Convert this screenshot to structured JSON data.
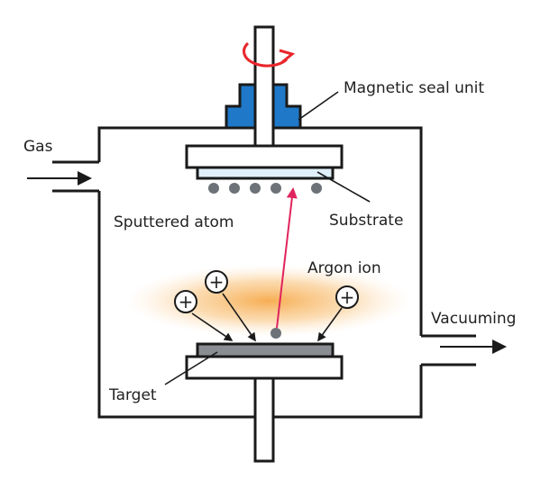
{
  "labels": {
    "magnetic_seal_unit": "Magnetic seal unit",
    "gas": "Gas",
    "vacuuming": "Vacuuming",
    "sputtered_atom": "Sputtered atom",
    "substrate": "Substrate",
    "argon_ion": "Argon ion",
    "target": "Target"
  },
  "ion_symbol": "+",
  "icons": [
    "rotation-arrow-icon",
    "gas-inlet-arrow-icon",
    "vacuum-outlet-arrow-icon"
  ],
  "colors": {
    "outline": "#1a1a1a",
    "seal_unit": "#1f78c8",
    "rotation_arrow": "#e8262b",
    "ion_trajectory": "#e0245e",
    "plasma_glow": "#f6a94a",
    "substrate": "#dff0fb",
    "target": "#8a8d91",
    "atom": "#6c7278"
  }
}
